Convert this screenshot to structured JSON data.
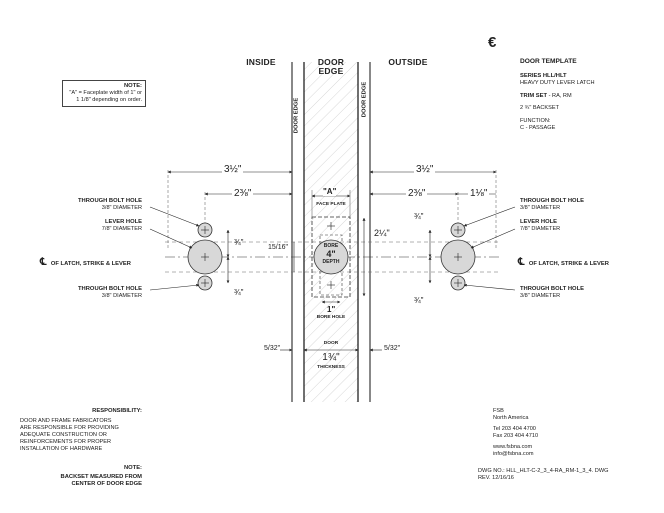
{
  "header": {
    "inside": "INSIDE",
    "door_edge_line1": "DOOR",
    "door_edge_line2": "EDGE",
    "outside": "OUTSIDE",
    "door_edge_vertical": "DOOR EDGE"
  },
  "logo": {
    "symbol": "€"
  },
  "title_block": {
    "title": "DOOR TEMPLATE",
    "series": "SERIES HLL/HLT",
    "series_desc": "HEAVY DUTY LEVER LATCH",
    "trim_label": "TRIM SET",
    "trim_value": " - RA, RM",
    "backset": "2 ¾\" BACKSET",
    "function_label": "FUNCTION:",
    "function_value": "C - PASSAGE"
  },
  "note": {
    "title": "NOTE:",
    "text": "\"A\" = Faceplate width of 1\" or 1 1/8\" depending on order."
  },
  "labels": {
    "through_bolt": "THROUGH BOLT HOLE",
    "through_bolt_dia": "3/8\" DIAMETER",
    "lever_hole": "LEVER HOLE",
    "lever_hole_dia": "7/8\" DIAMETER",
    "centerline": "OF LATCH, STRIKE & LEVER",
    "cl_symbol": "℄"
  },
  "dims": {
    "d_3_5": "3½\"",
    "d_2_3": "2⅜\"",
    "d_1_1": "1⅛\"",
    "d_3_4": "¾\"",
    "d_15_16": "15/16\"",
    "d_2_1": "2¼\"",
    "d_5_32": "5/32\"",
    "d_A": "\"A\"",
    "face_plate": "FACE PLATE",
    "bore": "BORE",
    "bore_size": "4\"",
    "depth": "DEPTH",
    "bore_hole_dim": "1\"",
    "bore_hole": "BORE HOLE",
    "door": "DOOR",
    "door_thk": "1¾\"",
    "thickness": "THICKNESS"
  },
  "responsibility": {
    "title": "RESPONSIBILITY:",
    "lines": [
      "DOOR AND FRAME FABRICATORS",
      "ARE RESPONSIBLE FOR PROVIDING",
      "ADEQUATE CONSTRUCTION OR",
      "REINFORCEMENTS FOR PROPER",
      "INSTALLATION OF HARDWARE"
    ]
  },
  "backset_note": {
    "title": "NOTE:",
    "line1": "BACKSET MEASURED FROM",
    "line2": "CENTER OF DOOR EDGE"
  },
  "company": {
    "name": "FSB",
    "region": "North America",
    "tel": "Tel 203 404 4700",
    "fax": "Fax 203 404 4710",
    "web": "www.fsbna.com",
    "email": "info@fsbna.com"
  },
  "drawing": {
    "dwg_no": "DWG NO.: HLL_HLT-C-2_3_4-RA_RM-1_3_4. DWG",
    "rev": "REV. 12/16/16"
  }
}
